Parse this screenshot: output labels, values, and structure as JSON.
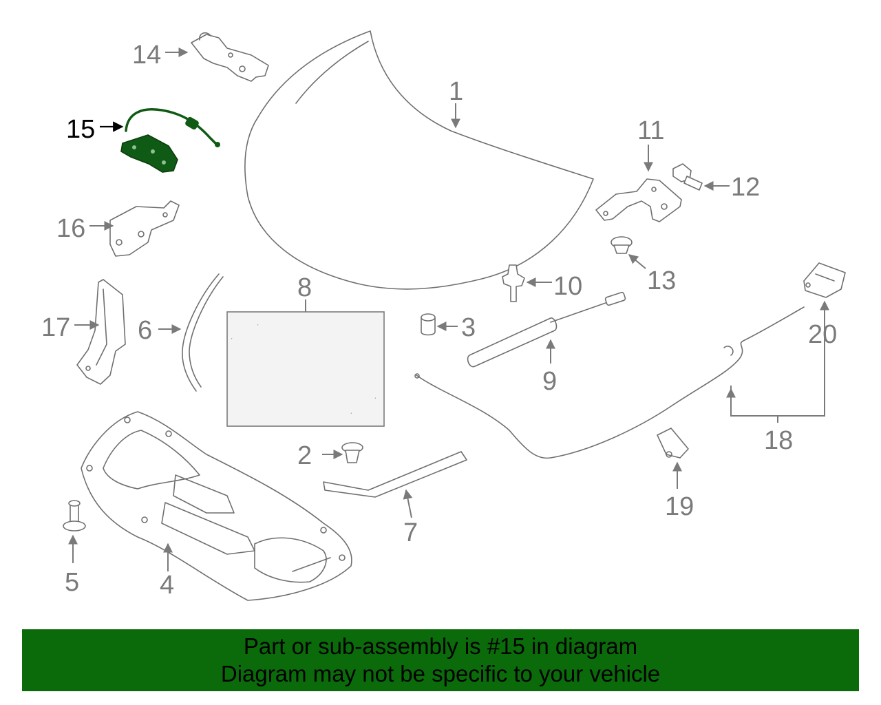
{
  "diagram": {
    "callouts": [
      "1",
      "2",
      "3",
      "4",
      "5",
      "6",
      "7",
      "8",
      "9",
      "10",
      "11",
      "12",
      "13",
      "14",
      "15",
      "16",
      "17",
      "18",
      "19",
      "20"
    ],
    "highlighted_callout": "15"
  },
  "banner": {
    "line1": "Part or sub-assembly is #15 in diagram",
    "line2": "Diagram may not be specific to your vehicle"
  },
  "colors": {
    "banner_bg": "#0b6b0b",
    "highlight_part": "#0f5a14",
    "line_art": "#6f6f6f",
    "callout_text": "#7a7a7a"
  }
}
